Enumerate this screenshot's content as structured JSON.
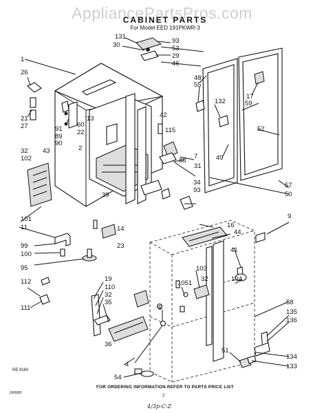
{
  "watermark": "AppliancePartsPros.com",
  "title": "CABINET PARTS",
  "model": "For Model EED 191PKWR-3",
  "footer": "FOR ORDERING INFORMATION REFER TO PARTS PRICE LIST",
  "page_number": "2",
  "figure_code": "RE 9160",
  "date_code": "(9/9)80",
  "handwritten": "4/3p-C-Z",
  "callouts": [
    "131",
    "93",
    "30",
    "53",
    "29",
    "1",
    "46",
    "26",
    "48",
    "55",
    "17",
    "21",
    "27",
    "91",
    "60",
    "89",
    "22",
    "90",
    "59",
    "13",
    "132",
    "42",
    "115",
    "2",
    "52",
    "32",
    "43",
    "102",
    "88",
    "7",
    "31",
    "49",
    "34",
    "93",
    "57",
    "39",
    "50",
    "101",
    "11",
    "14",
    "99",
    "23",
    "100",
    "95",
    "112",
    "111",
    "9",
    "16",
    "44",
    "103",
    "41",
    "1051",
    "104",
    "19",
    "110",
    "32",
    "35",
    "5",
    "58",
    "32",
    "135",
    "136",
    "51",
    "36",
    "134",
    "4",
    "133",
    "54"
  ]
}
